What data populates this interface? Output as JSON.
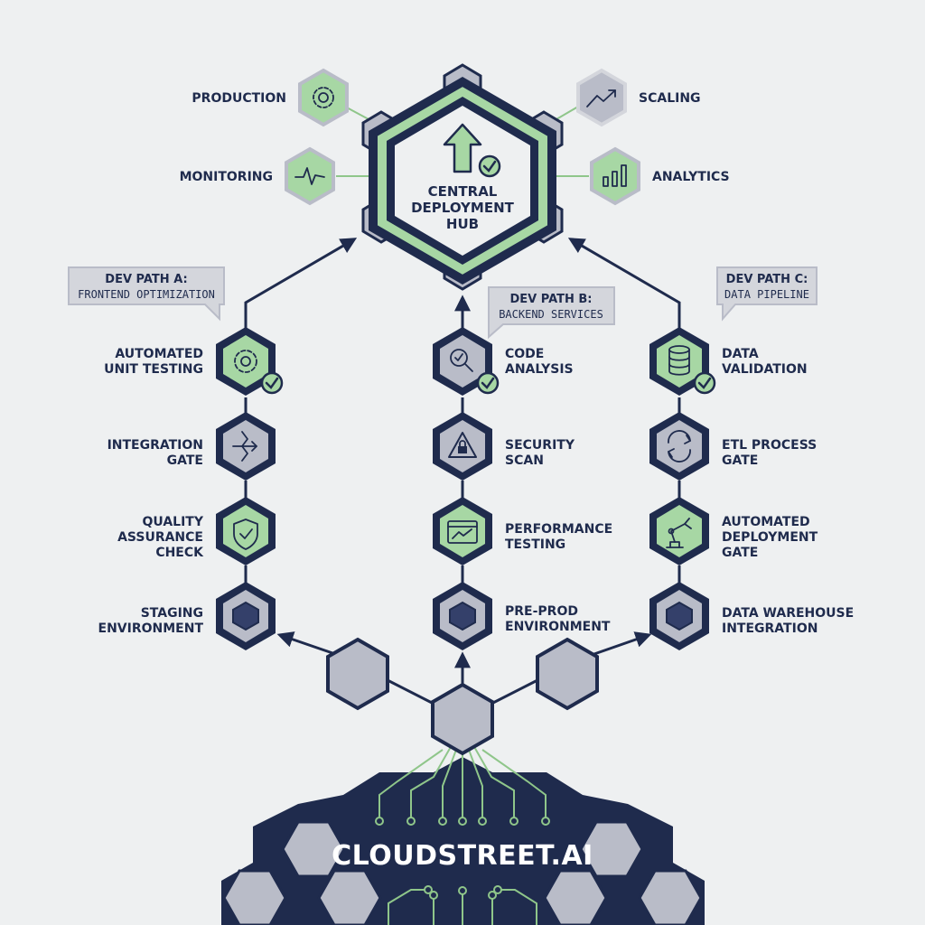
{
  "colors": {
    "navy": "#1f2b4d",
    "green": "#a7d7a4",
    "gray": "#b9bcc8",
    "background": "#eef0f1",
    "connector_green": "#8fc68a"
  },
  "hub": {
    "line1": "CENTRAL",
    "line2": "DEPLOYMENT",
    "line3": "HUB",
    "icon": "upload-arrow-check-icon"
  },
  "satellites": [
    {
      "id": "production",
      "label": "PRODUCTION",
      "icon": "gear-icon"
    },
    {
      "id": "monitoring",
      "label": "MONITORING",
      "icon": "pulse-icon"
    },
    {
      "id": "scaling",
      "label": "SCALING",
      "icon": "trend-up-icon"
    },
    {
      "id": "analytics",
      "label": "ANALYTICS",
      "icon": "bar-chart-icon"
    }
  ],
  "paths": [
    {
      "id": "a",
      "callout_title": "DEV PATH A:",
      "callout_sub": "FRONTEND OPTIMIZATION",
      "stages": [
        {
          "line1": "AUTOMATED",
          "line2": "UNIT TESTING",
          "icon": "gear-icon",
          "check": true
        },
        {
          "line1": "INTEGRATION",
          "line2": "GATE",
          "icon": "merge-arrows-icon"
        },
        {
          "line1": "QUALITY",
          "line2": "ASSURANCE",
          "line3": "CHECK",
          "icon": "shield-check-icon"
        },
        {
          "line1": "STAGING",
          "line2": "ENVIRONMENT",
          "icon": "hexagon-icon"
        }
      ]
    },
    {
      "id": "b",
      "callout_title": "DEV PATH B:",
      "callout_sub": "BACKEND SERVICES",
      "stages": [
        {
          "line1": "CODE",
          "line2": "ANALYSIS",
          "icon": "magnifier-check-icon",
          "check": true
        },
        {
          "line1": "SECURITY",
          "line2": "SCAN",
          "icon": "warning-lock-icon"
        },
        {
          "line1": "PERFORMANCE",
          "line2": "TESTING",
          "icon": "browser-chart-icon"
        },
        {
          "line1": "PRE-PROD",
          "line2": "ENVIRONMENT",
          "icon": "hexagon-icon"
        }
      ]
    },
    {
      "id": "c",
      "callout_title": "DEV PATH C:",
      "callout_sub": "DATA PIPELINE",
      "stages": [
        {
          "line1": "DATA",
          "line2": "VALIDATION",
          "icon": "database-icon",
          "check": true
        },
        {
          "line1": "ETL PROCESS",
          "line2": "GATE",
          "icon": "refresh-icon"
        },
        {
          "line1": "AUTOMATED",
          "line2": "DEPLOYMENT",
          "line3": "GATE",
          "icon": "robot-arm-icon"
        },
        {
          "line1": "DATA WAREHOUSE",
          "line2": "INTEGRATION",
          "icon": "hexagon-icon"
        }
      ]
    }
  ],
  "brand": {
    "name": "CLOUDSTREET.AI"
  }
}
